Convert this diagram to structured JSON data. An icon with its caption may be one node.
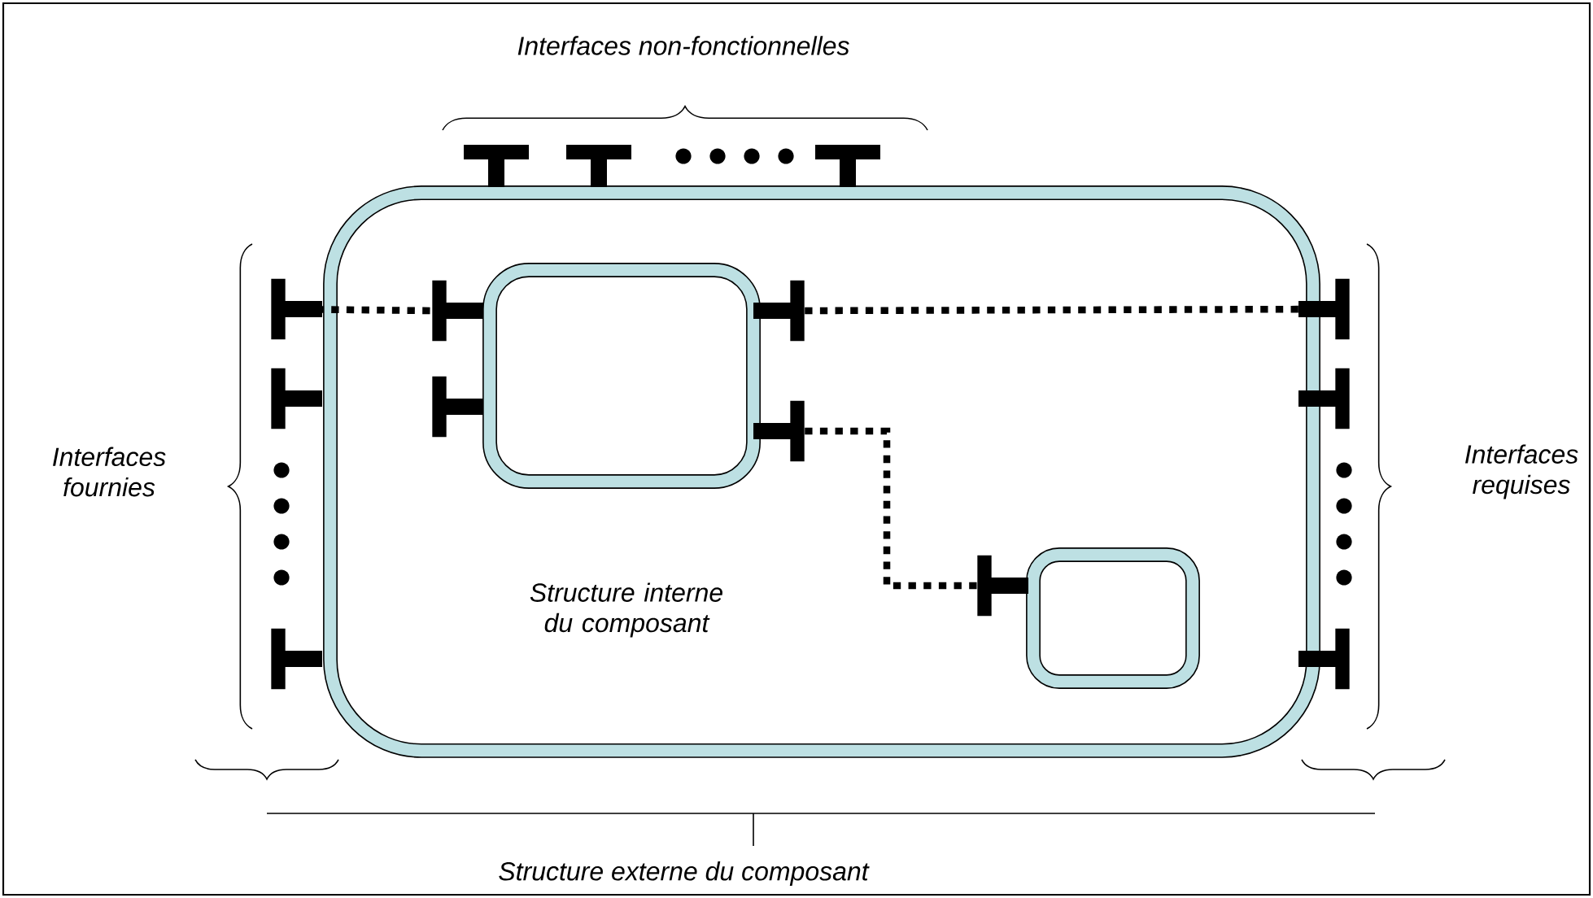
{
  "diagram": {
    "nodes": [
      {
        "text": [
          "Structure interne du composant"
        ]
      },
      {
        "text": [],
        "shape": "box",
        "in": 0
      },
      {
        "text": [],
        "shape": "box",
        "in": 0
      },
      {
        "text": [],
        "shape": "port"
      },
      {
        "text": [],
        "shape": "port",
        "in": 0
      },
      {
        "text": [],
        "shape": "port",
        "in": 0
      },
      {
        "text": [],
        "shape": "port"
      },
      {
        "text": [],
        "shape": "port",
        "in": 0
      },
      {
        "text": [],
        "shape": "port",
        "in": 0
      }
    ],
    "edges": [
      {
        "from": 3,
        "to": 4,
        "arrow": "none",
        "style": "dashed"
      },
      {
        "from": 5,
        "to": 6,
        "arrow": "none",
        "style": "dashed"
      },
      {
        "from": 7,
        "to": 8,
        "arrow": "none",
        "style": "dashed"
      }
    ],
    "labels": [
      "Interfaces non-fonctionnelles",
      "Interfaces fournies",
      "Interfaces requises",
      "Structure externe du composant"
    ]
  }
}
